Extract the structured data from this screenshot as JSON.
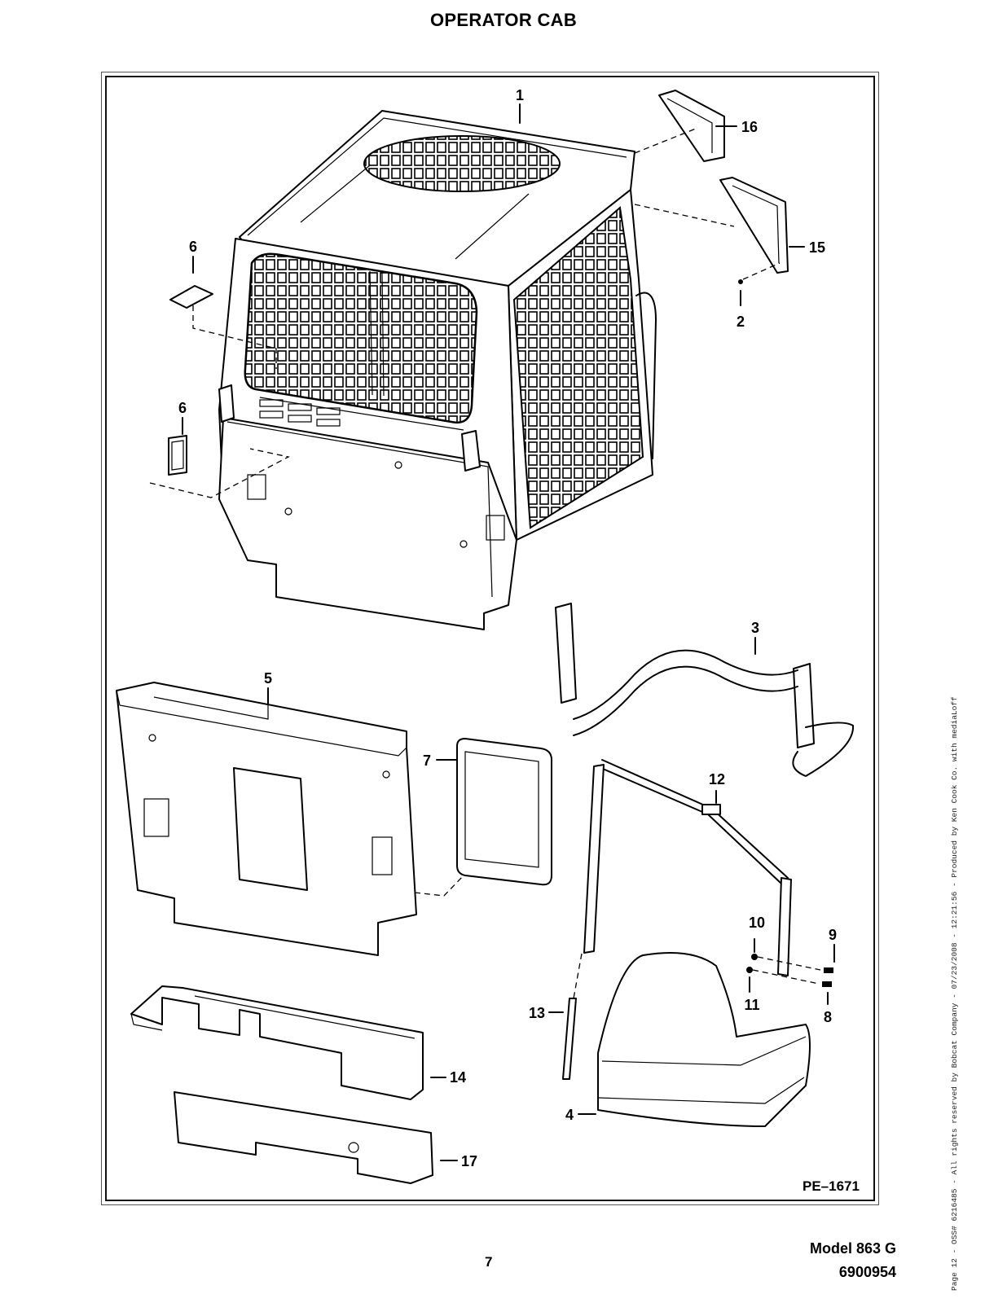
{
  "header": {
    "title": "OPERATOR CAB"
  },
  "figure": {
    "reference": "PE–1671",
    "callouts": [
      {
        "id": "c1",
        "label": "1"
      },
      {
        "id": "c2",
        "label": "2"
      },
      {
        "id": "c3",
        "label": "3"
      },
      {
        "id": "c4",
        "label": "4"
      },
      {
        "id": "c5",
        "label": "5"
      },
      {
        "id": "c6a",
        "label": "6"
      },
      {
        "id": "c6b",
        "label": "6"
      },
      {
        "id": "c7",
        "label": "7"
      },
      {
        "id": "c8",
        "label": "8"
      },
      {
        "id": "c9",
        "label": "9"
      },
      {
        "id": "c10",
        "label": "10"
      },
      {
        "id": "c11",
        "label": "11"
      },
      {
        "id": "c12",
        "label": "12"
      },
      {
        "id": "c13",
        "label": "13"
      },
      {
        "id": "c14",
        "label": "14"
      },
      {
        "id": "c15",
        "label": "15"
      },
      {
        "id": "c16",
        "label": "16"
      },
      {
        "id": "c17",
        "label": "17"
      }
    ]
  },
  "footer": {
    "page_number": "7",
    "model": "Model 863 G",
    "part_number": "6900954"
  },
  "side_note": "Page 12 - OSS# 6216485 - All rights reserved by Bobcat Company - 07/23/2008 - 12:21:56 - Produced by Ken Cook Co. with mediaLoff"
}
